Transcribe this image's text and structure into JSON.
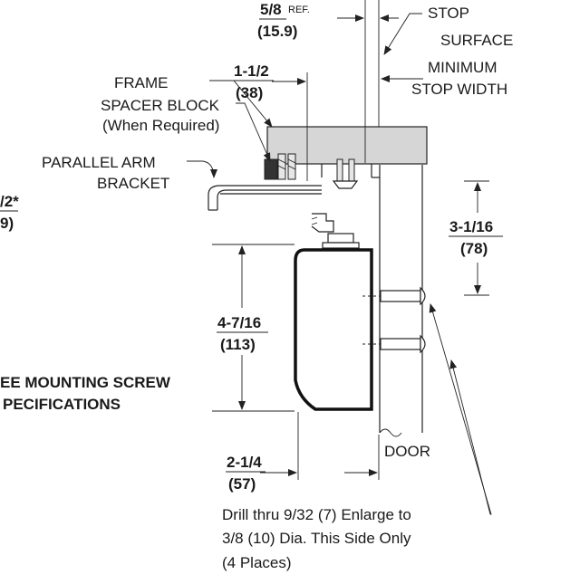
{
  "labels": {
    "frame": "FRAME",
    "spacer_block": "SPACER BLOCK",
    "spacer_when_required": "(When Required)",
    "parallel_arm": "PARALLEL ARM",
    "bracket": "BRACKET",
    "stop": "STOP",
    "surface": "SURFACE",
    "minimum": "MINIMUM",
    "stop_width": "STOP WIDTH",
    "door": "DOOR",
    "mounting_screw_line1": "EE MOUNTING SCREW",
    "mounting_screw_line2": "PECIFICATIONS",
    "left_frag_line1": "/2*",
    "left_frag_line2": "9)"
  },
  "dimensions": {
    "ref_5_8": {
      "fraction": "5/8",
      "suffix": "REF.",
      "metric": "(15.9)"
    },
    "dim_1_1_2": {
      "fraction": "1-1/2",
      "metric": "(38)"
    },
    "dim_3_1_16": {
      "fraction": "3-1/16",
      "metric": "(78)"
    },
    "dim_4_7_16": {
      "fraction": "4-7/16",
      "metric": "(113)"
    },
    "dim_2_1_4": {
      "fraction": "2-1/4",
      "metric": "(57)"
    }
  },
  "drill_note": {
    "line1": "Drill thru 9/32 (7) Enlarge to",
    "line2": "3/8 (10) Dia. This Side Only",
    "line3": "(4 Places)"
  },
  "colors": {
    "ink": "#1a1a1a",
    "frame_fill": "#d6d6d6",
    "closer_fill": "#ffffff"
  }
}
